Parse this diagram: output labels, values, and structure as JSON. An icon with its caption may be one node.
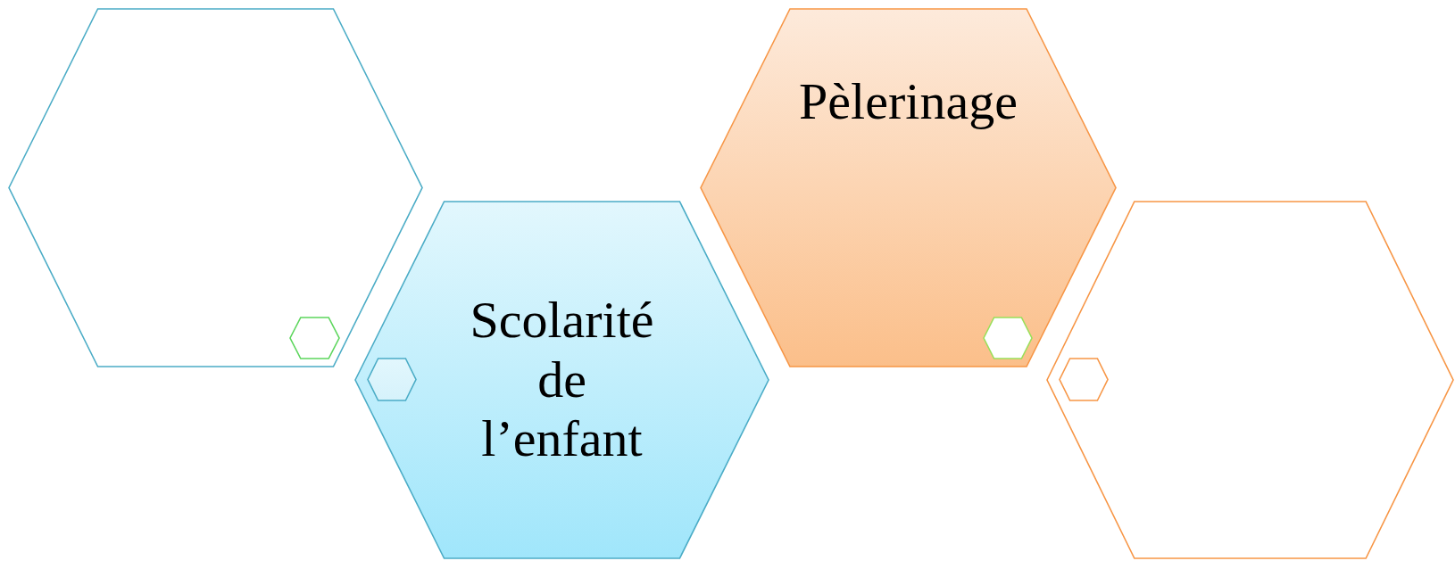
{
  "diagram": {
    "nodes": [
      {
        "text": [],
        "shape": "hexagon"
      },
      {
        "text": [],
        "shape": "hexagon",
        "in": 0
      },
      {
        "text": [
          "Scolarité de l’enfant"
        ]
      },
      {
        "text": [],
        "shape": "hexagon",
        "in": 2
      },
      {
        "text": [
          "Pèlerinage"
        ]
      },
      {
        "text": [],
        "shape": "hexagon",
        "in": 4
      },
      {
        "text": [],
        "shape": "hexagon"
      },
      {
        "text": [],
        "shape": "hexagon",
        "in": 6
      }
    ]
  }
}
